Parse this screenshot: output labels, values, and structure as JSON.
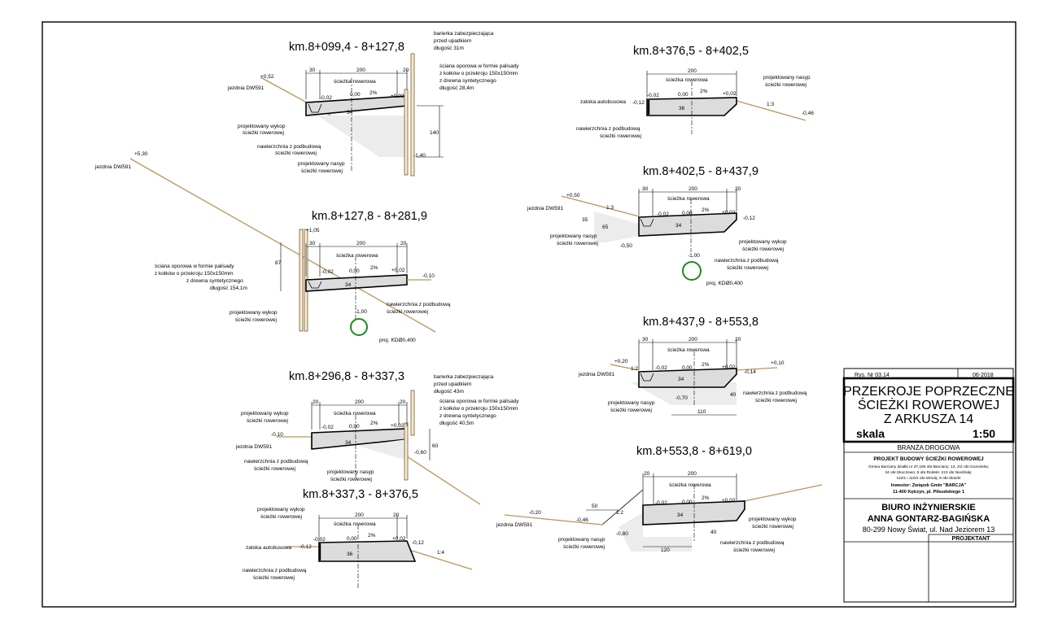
{
  "sections": {
    "s1": {
      "title": "km.8+099,4 - 8+127,8",
      "d30": "30",
      "d200": "200",
      "d20": "20",
      "path": "ścieżka rowerowa",
      "e_left": "-0,02",
      "e_mid": "0,00",
      "slope": "2%",
      "e_right": "+0,02",
      "e_top": "+0,52",
      "e_bottom": "-1,40",
      "depth": "34",
      "h140": "140",
      "road": "jezdnia DW591",
      "barrier": [
        "barierka zabezpieczająca",
        "przed upadkiem",
        "długość 31m"
      ],
      "wall": [
        "ściana oporowa w formie palisady",
        "z kołków o przekroju 150x150mm",
        "z drewna syntetycznego",
        "długość 28,4m"
      ],
      "cut": [
        "projektowany wykop",
        "ścieżki rowerowej"
      ],
      "surface": [
        "nawierzchnia z podbudową",
        "ścieżki rowerowej"
      ],
      "fill": [
        "projektowany nasyp",
        "ścieżki rowerowej"
      ]
    },
    "road_far": {
      "elev": "+5,30",
      "road": "jezdnia DW591"
    },
    "s2": {
      "title": "km.8+127,8 - 8+281,9",
      "d30": "30",
      "d200": "200",
      "d20": "20",
      "path": "ścieżka rowerowa",
      "e_left": "-0,02",
      "e_mid": "0,00",
      "slope": "2%",
      "e_right": "+0,02",
      "e_top": "+1,05",
      "e_end": "-0,10",
      "e_pipe": "-1,00",
      "depth": "34",
      "h87": "87",
      "pipe": "proj. KDØ0,400",
      "wall": [
        "ściana oporowa w formie palisady",
        "z kołków o przekroju 150x150mm",
        "z drewna syntetycznego",
        "długość 154,1m"
      ],
      "cut": [
        "projektowany wykop",
        "ścieżki rowerowej"
      ],
      "surface": [
        "nawierzchnia z podbudową",
        "ścieżki rowerowej"
      ]
    },
    "s3": {
      "title": "km.8+296,8 - 8+337,3",
      "d20a": "20",
      "d200": "200",
      "d20": "20",
      "path": "ścieżka rowerowa",
      "e_left": "-0,02",
      "e_mid": "0,00",
      "slope": "2%",
      "e_right": "+0,02",
      "e_road": "-0,10",
      "e_bottom": "-0,60",
      "depth": "34",
      "h60": "60",
      "road": "jezdnia DW591",
      "barrier": [
        "barierka zabezpieczająca",
        "przed upadkiem",
        "długość 43m"
      ],
      "wall": [
        "ściana oporowa w formie palisady",
        "z kołków o przekroju 150x150mm",
        "z drewna syntetycznego",
        "długość 40,5m"
      ],
      "cut": [
        "projektowany wykop",
        "ścieżki rowerowej"
      ],
      "surface": [
        "nawierzchnia z podbudową",
        "ścieżki rowerowej"
      ],
      "fill": [
        "projektowany nasyp",
        "ścieżki rowerowej"
      ]
    },
    "s4": {
      "title": "km.8+337,3 - 8+376,5",
      "d200": "200",
      "d20": "20",
      "path": "ścieżka rowerowa",
      "e_left": "-0,02",
      "e_bay": "-0,12",
      "e_mid": "0,00",
      "slope": "2%",
      "e_right": "+0,02",
      "e_end": "-0,12",
      "depth": "36",
      "ratio": "1:4",
      "bay": "zatoka autobusowa",
      "cut": [
        "projektowany wykop",
        "ścieżki rowerowej"
      ],
      "surface": [
        "nawierzchnia z podbudową",
        "ścieżki rowerowej"
      ]
    },
    "s5": {
      "title": "km.8+376,5 - 8+402,5",
      "d200": "200",
      "path": "ścieżka rowerowa",
      "e_left": "-0,02",
      "e_bay": "-0,12",
      "e_mid": "0,00",
      "slope": "2%",
      "e_right": "+0,02",
      "e_end": "-0,46",
      "depth": "36",
      "ratio": "1:3",
      "bay": "zatoka autobusowa",
      "fill": [
        "projektowany nasyp",
        "ścieżki rowerowej"
      ],
      "surface": [
        "nawierzchnia z podbudową",
        "ścieżki rowerowej"
      ]
    },
    "s6": {
      "title": "km.8+402,5 - 8+437,9",
      "d30": "30",
      "d200": "200",
      "d20": "20",
      "path": "ścieżka rowerowa",
      "e_top": "+0,50",
      "e_left": "-0,02",
      "e_mid": "0,00",
      "slope": "2%",
      "e_right": "+0,02",
      "e_end": "-0,12",
      "e_low": "-0,50",
      "e_pipe": "-1,00",
      "d35": "35",
      "d65": "65",
      "depth": "34",
      "ratio": "1:3",
      "road": "jezdnia DW591",
      "pipe": "proj. KDØ0,400",
      "fill": [
        "projektowany nasyp",
        "ścieżki rowerowej"
      ],
      "cut": [
        "projektowany wykop",
        "ścieżki rowerowej"
      ],
      "surface": [
        "nawierzchnia z podbudową",
        "ścieżki rowerowej"
      ]
    },
    "s7": {
      "title": "km.8+437,9 - 8+553,8",
      "d30": "30",
      "d200": "200",
      "d20": "20",
      "path": "ścieżka rowerowa",
      "e_top": "+0,20",
      "e_left": "-0,02",
      "e_mid": "0,00",
      "slope": "2%",
      "e_right": "+0,02",
      "e_end": "-0,14",
      "e_far": "+0,10",
      "e_low": "-0,70",
      "depth": "34",
      "d40": "40",
      "d110": "110",
      "ratio": "1:2",
      "road": "jezdnia DW591",
      "fill": [
        "projektowany nasyp",
        "ścieżki rowerowej"
      ],
      "surface": [
        "nawierzchnia z podbudową",
        "ścieżki rowerowej"
      ]
    },
    "s8": {
      "title": "km.8+553,8 - 8+619,0",
      "d20": "20",
      "d200": "200",
      "path": "ścieżka rowerowa",
      "e_road": "-0,20",
      "e_left": "-0,02",
      "e_mid": "0,00",
      "slope": "2%",
      "e_right": "+0,02",
      "e_foot": "-0,46",
      "e_low": "-0,80",
      "depth": "34",
      "d40": "40",
      "d50": "50",
      "d120": "120",
      "ratio": "1:2",
      "road": "jezdnia DW591",
      "fill": [
        "projektowany nasyp",
        "ścieżki rowerowej"
      ],
      "cut": [
        "projektowany wykop",
        "ścieżki rowerowej"
      ],
      "surface": [
        "nawierzchnia z podbudową",
        "ścieżki rowerowej"
      ]
    }
  },
  "title_block": {
    "rys": "Rys. Nr 03.14",
    "date": "06-2018",
    "name1": "PRZEKROJE POPRZECZNE",
    "name2": "ŚCIEŻKI ROWEROWEJ",
    "name3": "Z ARKUSZA 14",
    "scale_label": "skala",
    "scale": "1:50",
    "branch": "BRANŻA DROGOWA",
    "project": "PROJEKT BUDOWY ŚCIEŻKI ROWEROWEJ",
    "plots": [
      "Gmina Barciany działki nr 37,185 obr.Barciany; 12, 2/2 obr.Gumniska;",
      "34 obr.Skoczewo; 8 obr.Rodele; 213 obr.Niedziały;",
      "110/1 i 110/2 obr.Windą; 8 obr.Skierki"
    ],
    "investor1": "Inwestor: Związek Gmin \"BARCJA\"",
    "investor2": "11-400 Kętrzyn, pl. Piłsudskiego 1",
    "office1": "BIURO INŻYNIERSKIE",
    "office2": "ANNA GONTARZ-BAGIŃSKA",
    "address": "80-299 Nowy Świat, ul. Nad Jeziorem 13",
    "designer": "PROJEKTANT"
  },
  "colors": {
    "ground": "#b8965a",
    "pipe": "#1e8a1e",
    "fill": "#ececec",
    "line": "#000000"
  }
}
